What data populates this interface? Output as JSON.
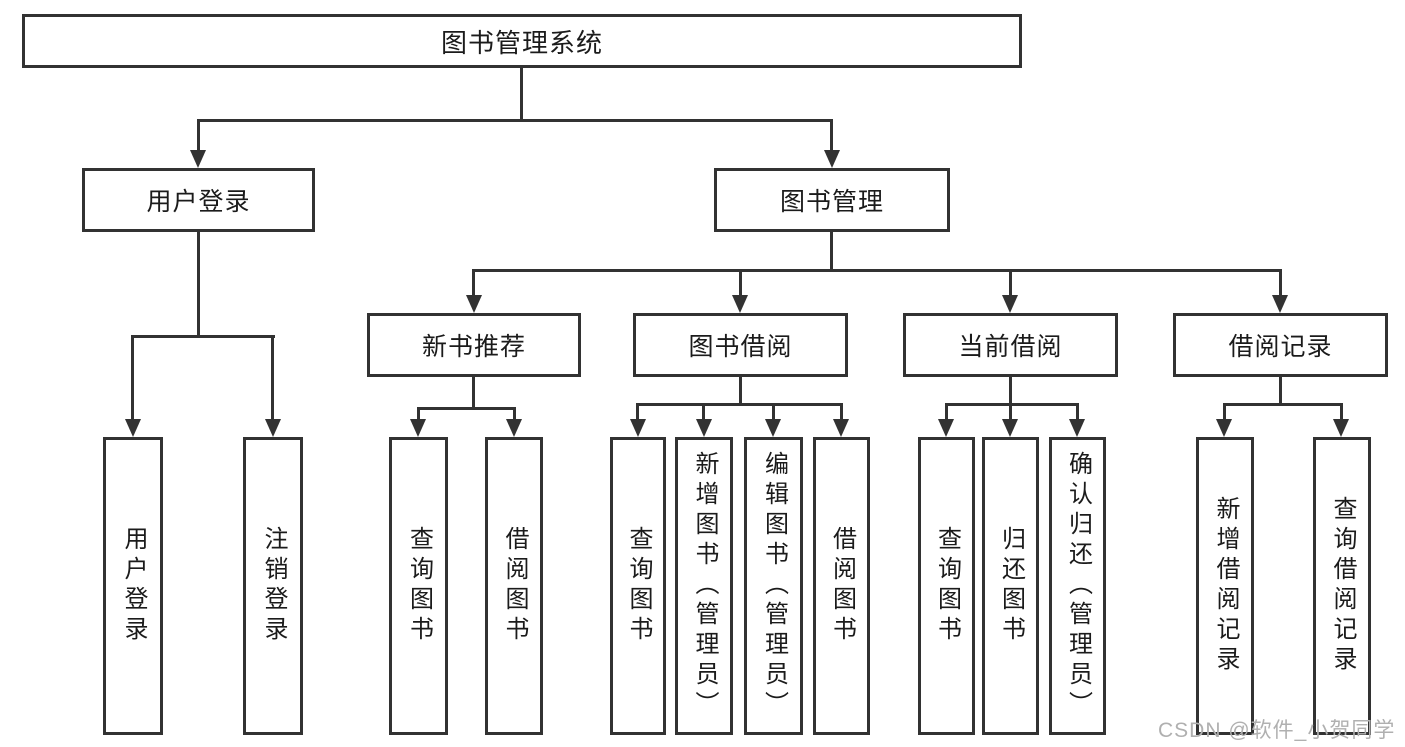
{
  "diagram": {
    "root": {
      "label": "图书管理系统"
    },
    "branches": [
      {
        "label": "用户登录",
        "children": [
          {
            "label": "用户登录"
          },
          {
            "label": "注销登录"
          }
        ]
      },
      {
        "label": "图书管理",
        "children": [
          {
            "label": "新书推荐",
            "children": [
              {
                "label": "查询图书"
              },
              {
                "label": "借阅图书"
              }
            ]
          },
          {
            "label": "图书借阅",
            "children": [
              {
                "label": "查询图书"
              },
              {
                "label": "新增图书（管理员）"
              },
              {
                "label": "编辑图书（管理员）"
              },
              {
                "label": "借阅图书"
              }
            ]
          },
          {
            "label": "当前借阅",
            "children": [
              {
                "label": "查询图书"
              },
              {
                "label": "归还图书"
              },
              {
                "label": "确认归还（管理员）"
              }
            ]
          },
          {
            "label": "借阅记录",
            "children": [
              {
                "label": "新增借阅记录"
              },
              {
                "label": "查询借阅记录"
              }
            ]
          }
        ]
      }
    ]
  },
  "watermark": {
    "text": "CSDN @软件_小贺同学"
  },
  "colors": {
    "line": "#323232",
    "text": "#1b1b1b",
    "background": "#ffffff",
    "watermark": "#b0b0b0"
  }
}
